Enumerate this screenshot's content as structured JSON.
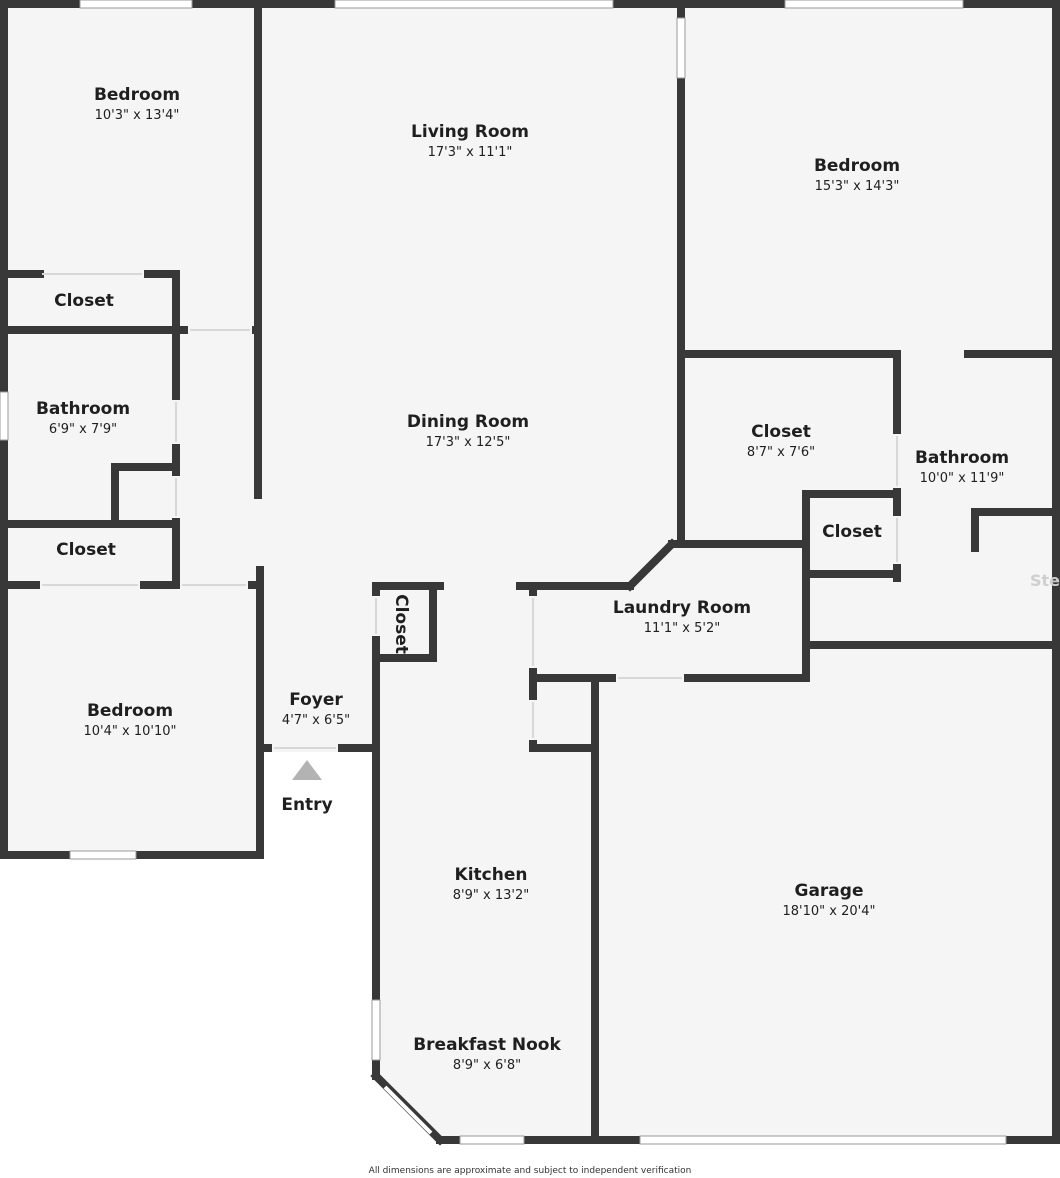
{
  "rooms": {
    "bedroom_top_left": {
      "name": "Bedroom",
      "dims": "10'3\" x 13'4\""
    },
    "closet_top_left": {
      "name": "Closet"
    },
    "bathroom_left": {
      "name": "Bathroom",
      "dims": "6'9\" x 7'9\""
    },
    "closet_mid_left": {
      "name": "Closet"
    },
    "bedroom_bottom_left": {
      "name": "Bedroom",
      "dims": "10'4\" x 10'10\""
    },
    "living_room": {
      "name": "Living Room",
      "dims": "17'3\" x 11'1\""
    },
    "dining_room": {
      "name": "Dining Room",
      "dims": "17'3\" x 12'5\""
    },
    "foyer": {
      "name": "Foyer",
      "dims": "4'7\" x 6'5\""
    },
    "foyer_closet": {
      "name": "Closet"
    },
    "kitchen": {
      "name": "Kitchen",
      "dims": "8'9\" x 13'2\""
    },
    "breakfast_nook": {
      "name": "Breakfast Nook",
      "dims": "8'9\" x 6'8\""
    },
    "bedroom_right": {
      "name": "Bedroom",
      "dims": "15'3\" x 14'3\""
    },
    "closet_right": {
      "name": "Closet",
      "dims": "8'7\" x 7'6\""
    },
    "bathroom_right": {
      "name": "Bathroom",
      "dims": "10'0\" x 11'9\""
    },
    "closet_small_right": {
      "name": "Closet"
    },
    "laundry_room": {
      "name": "Laundry Room",
      "dims": "11'1\" x 5'2\""
    },
    "garage": {
      "name": "Garage",
      "dims": "18'10\" x 20'4\""
    }
  },
  "entry": {
    "label": "Entry"
  },
  "footer": {
    "text": "All dimensions are approximate and subject to independent verification"
  },
  "watermark": {
    "text": "StellarM"
  },
  "colors": {
    "floor": "#f5f5f5",
    "wall": "#383838",
    "window": "#ffffff",
    "entry_arrow": "#b3b3b3"
  }
}
